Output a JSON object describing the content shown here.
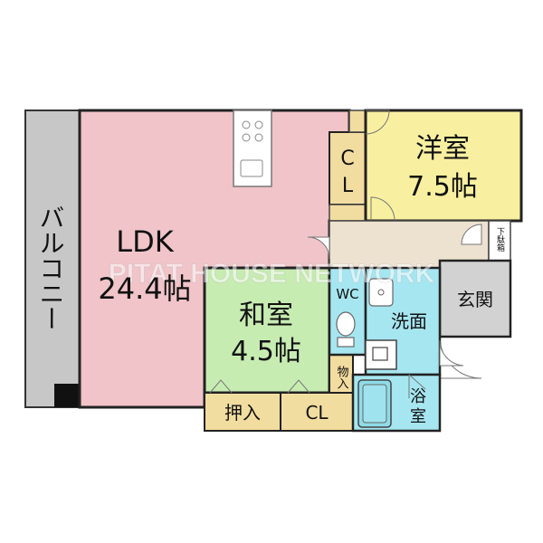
{
  "watermark": "PITAT HOUSE NETWORK",
  "colors": {
    "balcony": "#c7c7c7",
    "ldk": "#f0c4c8",
    "western": "#f8f0a0",
    "closet": "#f2dda0",
    "corridor": "#ede2d0",
    "japanese": "#c7ecb2",
    "wet": "#a6e6f0",
    "entrance": "#d2d2d2",
    "wall": "#222222"
  },
  "rooms": {
    "balcony": "バルコニー",
    "ldk_name": "LDK",
    "ldk_size": "24.4帖",
    "western_name": "洋室",
    "western_size": "7.5帖",
    "western_closet": "CL",
    "japanese_name": "和室",
    "japanese_size": "4.5帖",
    "oshiire": "押入",
    "closet": "CL",
    "wc": "WC",
    "washroom": "洗面",
    "storage": "物入",
    "bath_1": "浴",
    "bath_2": "室",
    "entrance": "玄関",
    "shoe_box": "下駄箱"
  }
}
